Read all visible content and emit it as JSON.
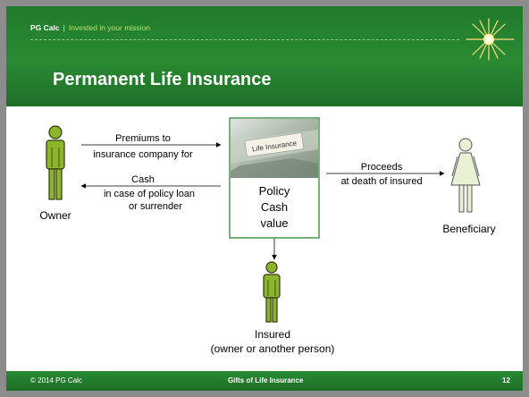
{
  "header": {
    "brand": "PG Calc",
    "separator": "|",
    "tagline": "Invested in your mission",
    "title": "Permanent Life Insurance"
  },
  "diagram": {
    "owner_label": "Owner",
    "policy_image_caption": "Life Insurance",
    "policy_lines": [
      "Policy",
      "Cash",
      "value"
    ],
    "beneficiary_label": "Beneficiary",
    "insured_lines": [
      "Insured",
      "(owner or another person)"
    ],
    "premiums_lines": [
      "Premiums to",
      "insurance company for"
    ],
    "cash_lines": [
      "Cash",
      "in case of policy loan",
      "or surrender"
    ],
    "proceeds_lines": [
      "Proceeds",
      "at death of insured"
    ]
  },
  "footer": {
    "copyright": "© 2014 PG Calc",
    "presentation": "Gifts of Life Insurance",
    "page": "12"
  },
  "colors": {
    "green_dark": "#1e6f27",
    "green_mid": "#2a8a33",
    "figure_green": "#8db52b",
    "beneficiary_fill": "#e8f1d4"
  }
}
